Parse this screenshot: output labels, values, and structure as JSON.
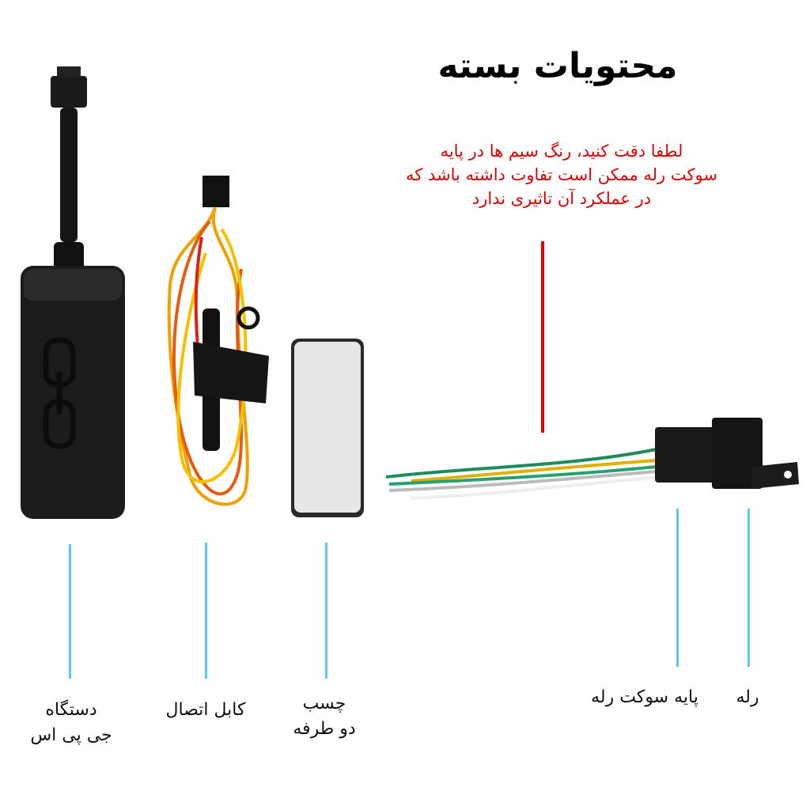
{
  "title": "محتویات بسته",
  "note": {
    "lines": [
      "لطفا دقت کنید، رنگ سیم ها در پایه",
      "سوکت رله ممکن است تفاوت داشته باشد که",
      "در عملکرد آن تاثیری ندارد"
    ]
  },
  "labels": {
    "gps": [
      "دستگاه",
      "جی پی اس"
    ],
    "cable": "کابل اتصال",
    "tape": [
      "چسب",
      "دو طرفه"
    ],
    "socket": "پایه سوکت رله",
    "relay": "رله"
  },
  "colors": {
    "note": "#e00000",
    "leader": "#5ec8e6"
  }
}
